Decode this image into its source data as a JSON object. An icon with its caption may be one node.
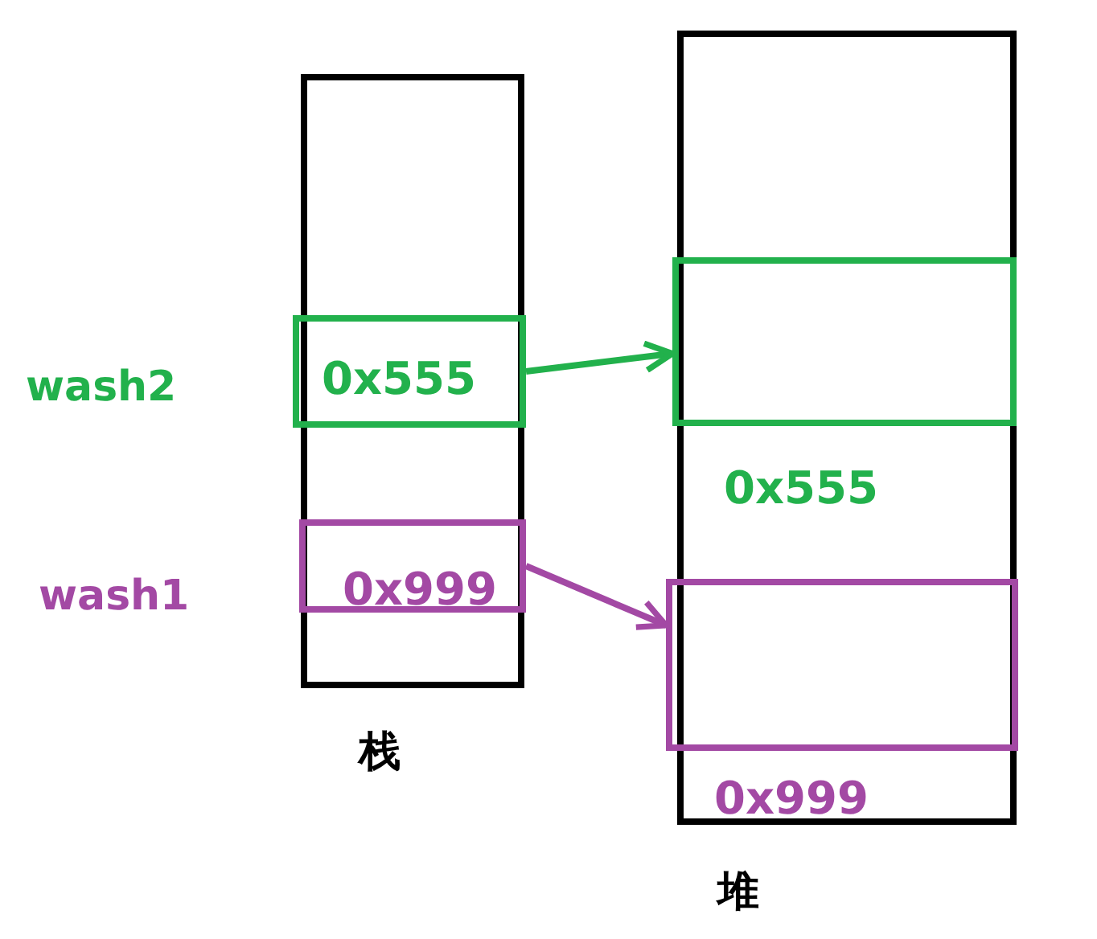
{
  "diagram": {
    "nodes": [
      {
        "text": [
          "栈"
        ]
      },
      {
        "text": [
          "0x555"
        ],
        "in": 0,
        "beside": [
          "wash2"
        ]
      },
      {
        "text": [
          "0x999"
        ],
        "in": 0,
        "beside": [
          "wash1"
        ]
      },
      {
        "text": [
          "堆"
        ]
      },
      {
        "text": [],
        "shape": "box",
        "in": 3,
        "beside": [
          "0x555"
        ]
      },
      {
        "text": [],
        "shape": "box",
        "in": 3,
        "beside": [
          "0x999"
        ]
      }
    ],
    "edges": [
      {
        "from": 1,
        "to": 4,
        "arrow": "to",
        "color": "#22b14c"
      },
      {
        "from": 2,
        "to": 5,
        "arrow": "to",
        "color": "#a349a4"
      }
    ]
  }
}
